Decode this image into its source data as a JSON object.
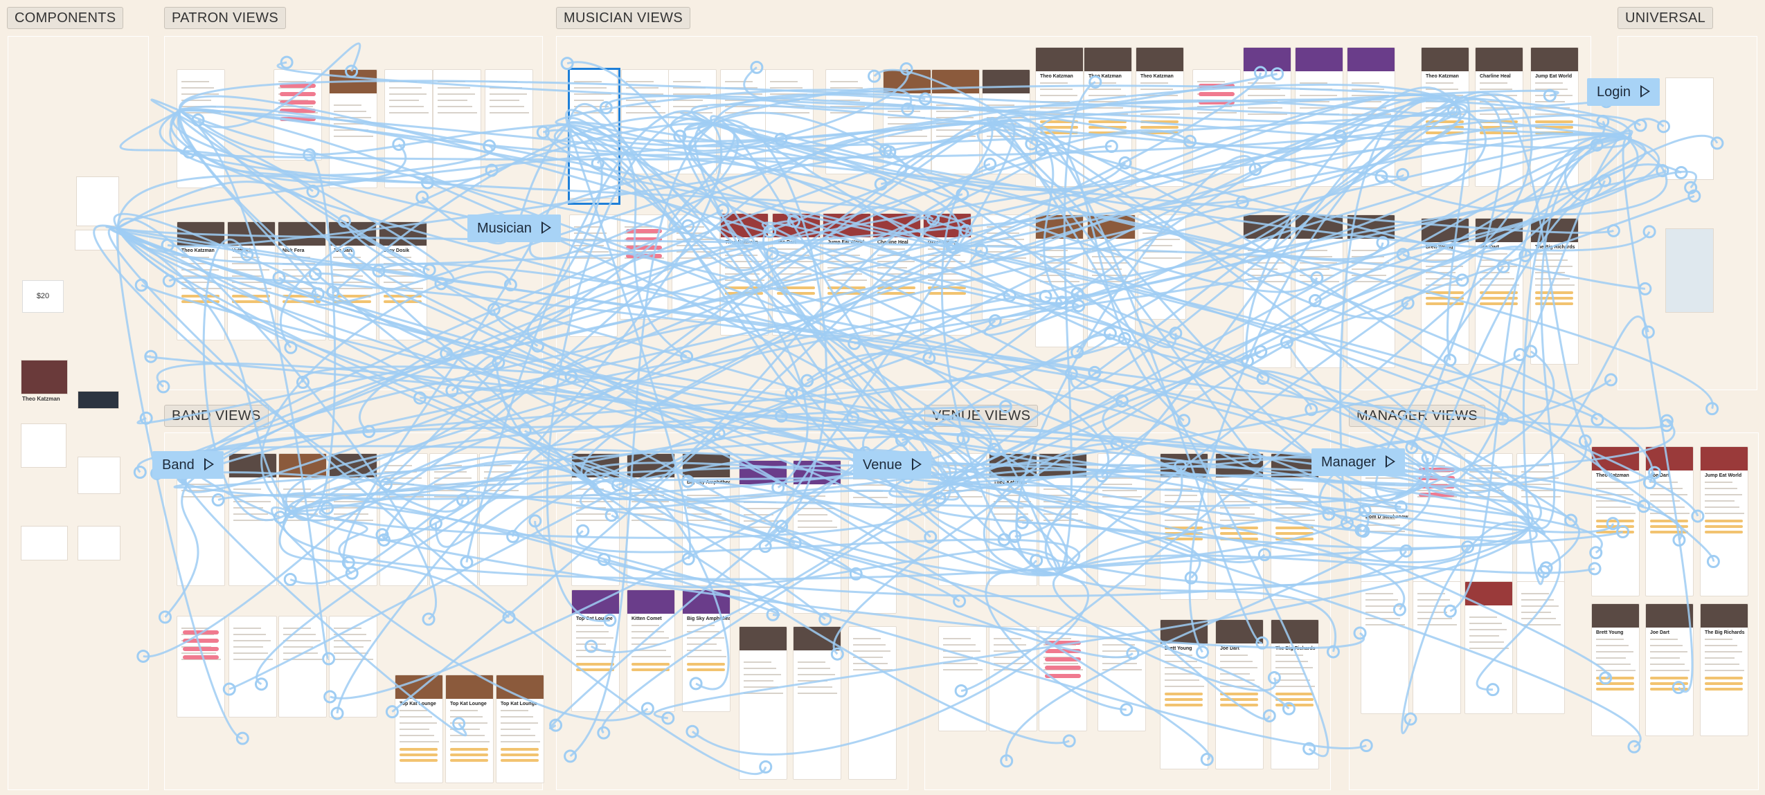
{
  "sections": [
    {
      "id": "components",
      "label": "COMPONENTS"
    },
    {
      "id": "patron",
      "label": "PATRON VIEWS"
    },
    {
      "id": "musician",
      "label": "MUSICIAN VIEWS"
    },
    {
      "id": "universal",
      "label": "UNIVERSAL"
    },
    {
      "id": "band",
      "label": "BAND VIEWS"
    },
    {
      "id": "venue",
      "label": "VENUE VIEWS"
    },
    {
      "id": "manager",
      "label": "MANAGER VIEWS"
    }
  ],
  "flow_starts": [
    {
      "id": "musician",
      "label": "Musician"
    },
    {
      "id": "login",
      "label": "Login"
    },
    {
      "id": "band",
      "label": "Band"
    },
    {
      "id": "venue",
      "label": "Venue"
    },
    {
      "id": "manager",
      "label": "Manager"
    }
  ],
  "component_samples": {
    "price": "$20",
    "profile_name": "Theo Katzman"
  },
  "screen_titles": {
    "patron": [
      "Theo Katzman",
      "Vulfpeck",
      "Nick Fera",
      "Joe Dart",
      "Joey Dosik"
    ],
    "musician_row2": [
      "Theo Katzman",
      "Joe Dart",
      "Jump Eat World",
      "Charline Heal",
      "Greer Young"
    ],
    "musician_top": [
      "Theo Katzman",
      "Theo Katzman",
      "Theo Katzman"
    ],
    "musician_right": [
      "Theo Katzman",
      "Charline Heal",
      "Jump Eat World"
    ],
    "musician_right2": [
      "Brett Young",
      "Joe Dart",
      "The Big Richards"
    ],
    "band_top": [
      "Big Sky Amphitheatre"
    ],
    "band_bottom": [
      "Top Kat Lounge",
      "Top Kat Lounge",
      "Top Kat Lounge"
    ],
    "band_mid": [
      "Top Cat Lounge",
      "Kitten Comet",
      "Big Sky Amphitheatre"
    ],
    "venue_profile": "Theo Katzman",
    "venue_right": [
      "Brett Young",
      "Joe Dart",
      "The Big Richards"
    ],
    "manager_profile": "Dom D'Stephanow",
    "manager_right": [
      "Theo Katzman",
      "Joe Dart",
      "Jump Eat World"
    ],
    "manager_right2": [
      "Brett Young",
      "Joe Dart",
      "The Big Richards"
    ]
  },
  "colors": {
    "background": "#f7efe4",
    "wire": "#9fcdf3",
    "accent_pink": "#f07a8f",
    "accent_yellow": "#f2c370",
    "selection": "#1e7fd8"
  }
}
